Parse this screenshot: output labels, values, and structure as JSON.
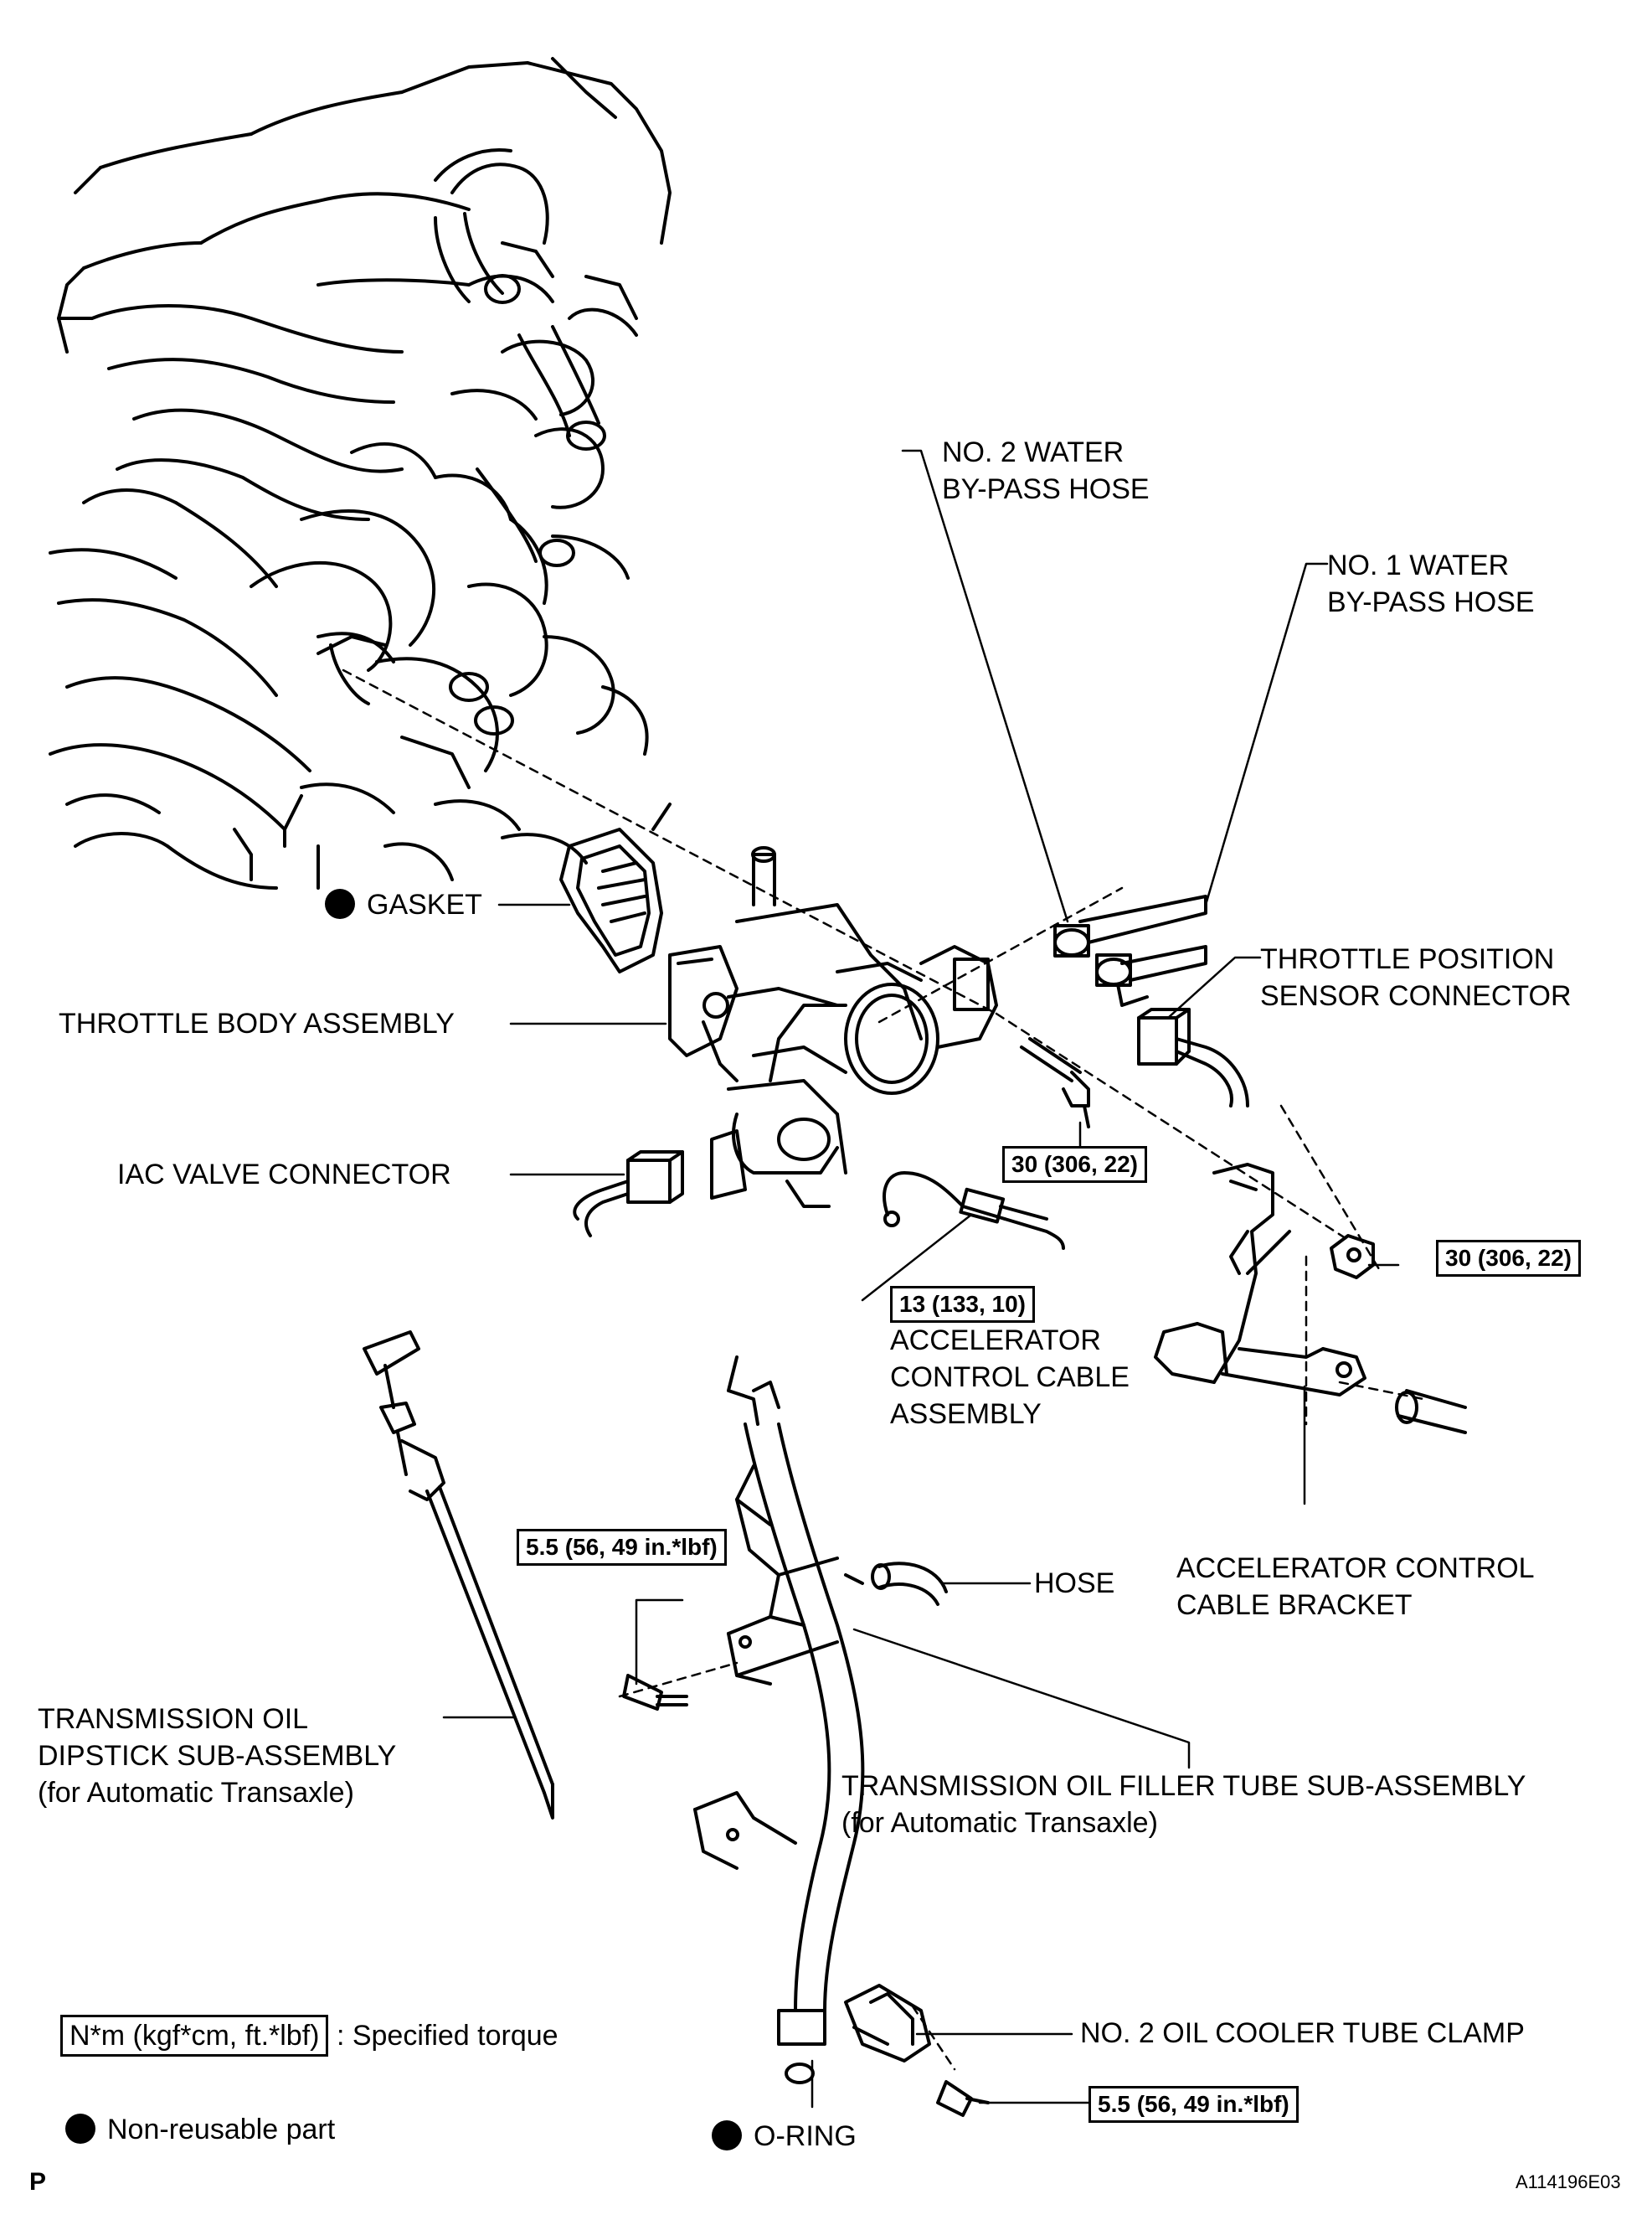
{
  "labels": {
    "gasket": "GASKET",
    "throttle_body": "THROTTLE BODY ASSEMBLY",
    "iac_connector": "IAC VALVE CONNECTOR",
    "no2_hose": [
      "NO. 2 WATER",
      "BY-PASS HOSE"
    ],
    "no1_hose": [
      "NO. 1 WATER",
      "BY-PASS HOSE"
    ],
    "tps_connector": [
      "THROTTLE POSITION",
      "SENSOR CONNECTOR"
    ],
    "accel_cable": [
      "ACCELERATOR",
      "CONTROL CABLE",
      "ASSEMBLY"
    ],
    "hose": "HOSE",
    "accel_bracket": [
      "ACCELERATOR CONTROL",
      "CABLE BRACKET"
    ],
    "dipstick": [
      "TRANSMISSION OIL",
      "DIPSTICK SUB-ASSEMBLY",
      "(for Automatic Transaxle)"
    ],
    "filler_tube": [
      "TRANSMISSION OIL FILLER TUBE SUB-ASSEMBLY",
      "(for Automatic Transaxle)"
    ],
    "clamp": "NO. 2 OIL COOLER TUBE CLAMP",
    "oring": "O-RING"
  },
  "torques": {
    "throttle_bolt": "30 (306, 22)",
    "bracket_nut": "30 (306, 22)",
    "cable": "13 (133, 10)",
    "filler_bolt": "5.5 (56, 49 in.*lbf)",
    "clamp_bolt": "5.5 (56, 49 in.*lbf)"
  },
  "legend": {
    "torque_unit": "N*m (kgf*cm, ft.*lbf)",
    "torque_desc": ": Specified torque",
    "nonreusable": "Non-reusable part"
  },
  "footer": {
    "left": "P",
    "code": "A114196E03"
  }
}
